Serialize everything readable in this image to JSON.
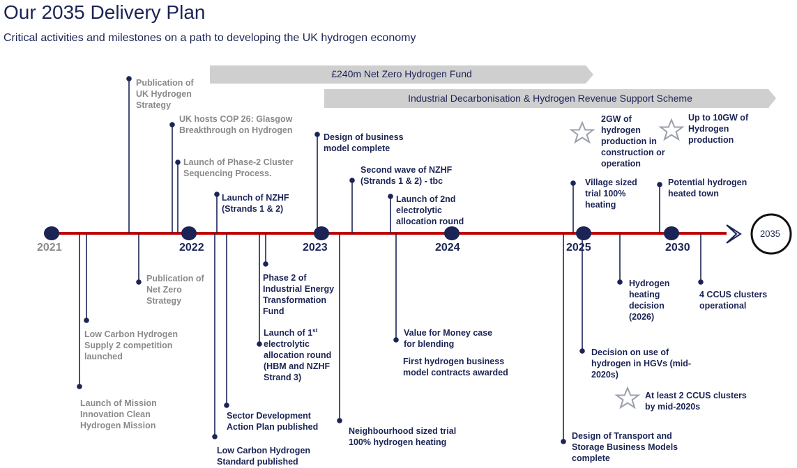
{
  "header": {
    "title": "Our 2035 Delivery Plan",
    "subtitle": "Critical activities and milestones on a path to developing the UK hydrogen economy"
  },
  "banners": {
    "fund": "£240m Net Zero Hydrogen Fund",
    "scheme": "Industrial Decarbonisation & Hydrogen Revenue Support Scheme"
  },
  "years": {
    "y2021": "2021",
    "y2022": "2022",
    "y2023": "2023",
    "y2024": "2024",
    "y2025": "2025",
    "y2030": "2030",
    "y2035": "2035"
  },
  "milestones": {
    "uk_strategy": "Publication of UK Hydrogen Strategy",
    "cop26": "UK hosts COP 26: Glasgow Breakthrough on Hydrogen",
    "phase2_cluster": "Launch of Phase-2 Cluster Sequencing Process.",
    "nzhf_launch": "Launch of NZHF (Strands 1 & 2)",
    "business_model": "Design of business model complete",
    "nzhf_second": "Second wave of NZHF (Strands 1 & 2) - tbc",
    "second_electrolytic": "Launch of 2nd electrolytic allocation round",
    "gw2": "2GW of hydrogen production in construction or operation",
    "gw10": "Up to 10GW of Hydrogen production",
    "village_trial": "Village sized trial 100% heating",
    "heated_town": "Potential hydrogen heated town",
    "net_zero_strategy": "Publication of Net Zero Strategy",
    "low_carbon_supply": "Low Carbon Hydrogen Supply 2 competition launched",
    "mission_innovation": "Launch of Mission Innovation Clean Hydrogen Mission",
    "ietf_phase2": "Phase 2 of Industrial Energy Transformation Fund",
    "first_electrolytic_a": "Launch of 1",
    "first_electrolytic_sup": "st",
    "first_electrolytic_b": "electrolytic allocation round (HBM and NZHF Strand 3)",
    "sector_plan": "Sector Development Action Plan published",
    "standard": "Low Carbon Hydrogen Standard published",
    "vfm_blending": "Value for Money case for blending",
    "first_contracts": "First hydrogen business model contracts awarded",
    "neighbourhood": "Neighbourhood sized trial 100% hydrogen heating",
    "heating_decision": "Hydrogen heating decision (2026)",
    "hgv_decision": "Decision on use of hydrogen in HGVs (mid-2020s)",
    "ccus_2": "At least 2 CCUS clusters by mid-2020s",
    "transport_storage": "Design of Transport and Storage Business Models complete",
    "ccus_4": "4 CCUS clusters operational"
  },
  "colors": {
    "navy": "#1b2455",
    "red": "#c00000",
    "banner_grey": "#cfcfcf",
    "label_grey": "#8a8a8a",
    "star_grey": "#9aa0ad"
  },
  "icons": {
    "milestone_star": "star-outline-icon",
    "end_arrow": "chevron-right-icon"
  }
}
